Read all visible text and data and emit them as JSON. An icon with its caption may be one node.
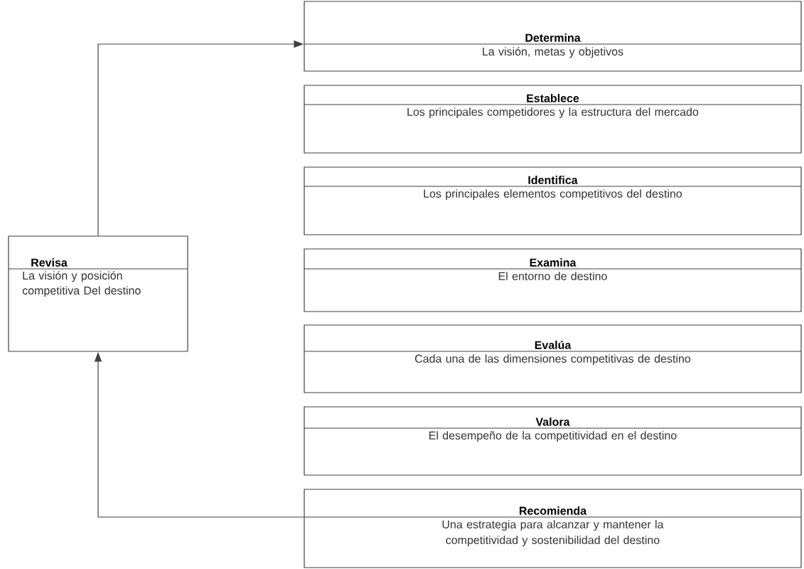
{
  "diagram": {
    "nodes": [
      {
        "text": [
          "Determina",
          "La visión, metas y objetivos"
        ]
      },
      {
        "text": [
          "Establece",
          "Los principales competidores y la estructura del mercado"
        ]
      },
      {
        "text": [
          "Identifica",
          "Los principales elementos competitivos del destino"
        ]
      },
      {
        "text": [
          "Examina",
          "El entorno de destino"
        ]
      },
      {
        "text": [
          "Evalúa",
          "Cada una de las dimensiones competitivas de destino"
        ]
      },
      {
        "text": [
          "Valora",
          "El desempeño de la competitividad en el destino"
        ]
      },
      {
        "text": [
          "Recomienda",
          "Una estrategia para alcanzar y mantener la competitividad y sostenibilidad del destino"
        ]
      },
      {
        "text": [
          "Revisa",
          "La visión y posición competitiva Del destino"
        ]
      }
    ],
    "edges": [
      {
        "from": 7,
        "to": 0,
        "arrow": "to"
      },
      {
        "from": 6,
        "to": 7,
        "arrow": "to"
      }
    ]
  }
}
